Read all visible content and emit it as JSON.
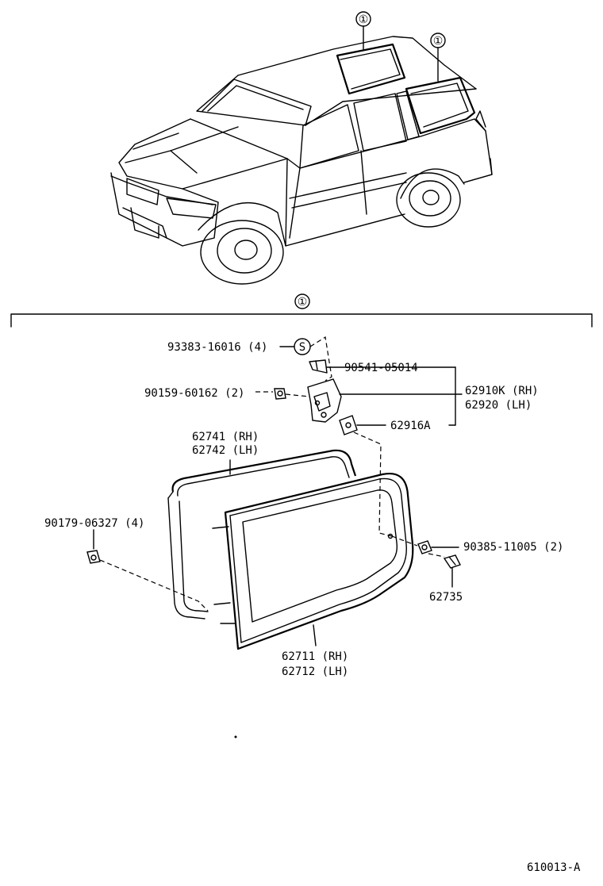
{
  "callouts": {
    "top_left": "①",
    "top_right": "①",
    "section": "①",
    "s_mark": "S"
  },
  "labels": {
    "p93383": "93383-16016 (4)",
    "p90541": "90541-05014",
    "p90159": "90159-60162 (2)",
    "p62910k": "62910K (RH)",
    "p62920": "62920  (LH)",
    "p62916a": "62916A",
    "p62741": "62741 (RH)",
    "p62742": "62742 (LH)",
    "p90179": "90179-06327 (4)",
    "p90385": "90385-11005 (2)",
    "p62735": "62735",
    "p62711": "62711 (RH)",
    "p62712": "62712 (LH)",
    "ref_code": "610013-A"
  }
}
